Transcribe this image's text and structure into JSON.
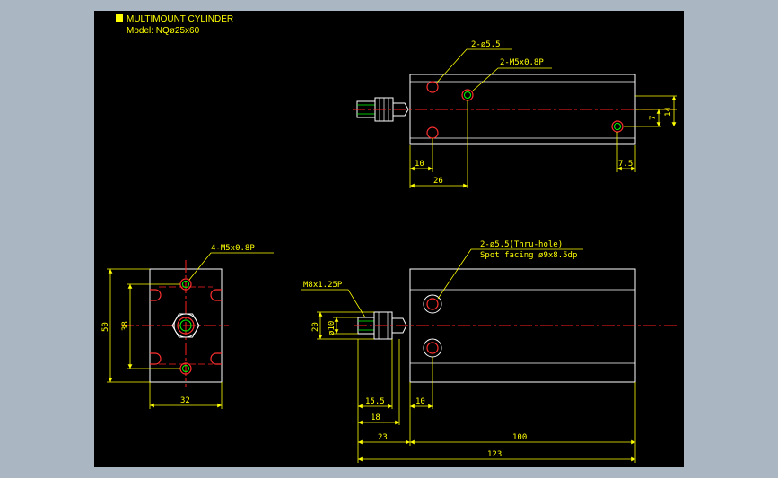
{
  "header": {
    "title": "MULTIMOUNT CYLINDER",
    "model": "Model: NQø25x60"
  },
  "colors": {
    "background": "#000000",
    "frame": "#aab6c2",
    "outline": "#ffffff",
    "dimension": "#ffff00",
    "centerline": "#ff2020",
    "hole_red": "#ff3030",
    "hole_green": "#00ff00"
  },
  "top_view": {
    "callout_holes": "2-ø5.5",
    "callout_tapped": "2-M5x0.8P",
    "dim_10": "10",
    "dim_26": "26",
    "dim_7_5": "7.5",
    "dim_7": "7",
    "dim_14": "14"
  },
  "end_view": {
    "callout_tapped": "4-M5x0.8P",
    "dim_50": "50",
    "dim_38": "38",
    "dim_32": "32"
  },
  "side_view": {
    "callout_line1": "2-ø5.5(Thru-hole)",
    "callout_line2": "Spot facing ø9x8.5dp",
    "thread_callout": "M8x1.25P",
    "dim_20": "20",
    "dim_phi10": "ø10",
    "dim_15_5": "15.5",
    "dim_18": "18",
    "dim_10": "10",
    "dim_23": "23",
    "dim_100": "100",
    "dim_123": "123"
  }
}
